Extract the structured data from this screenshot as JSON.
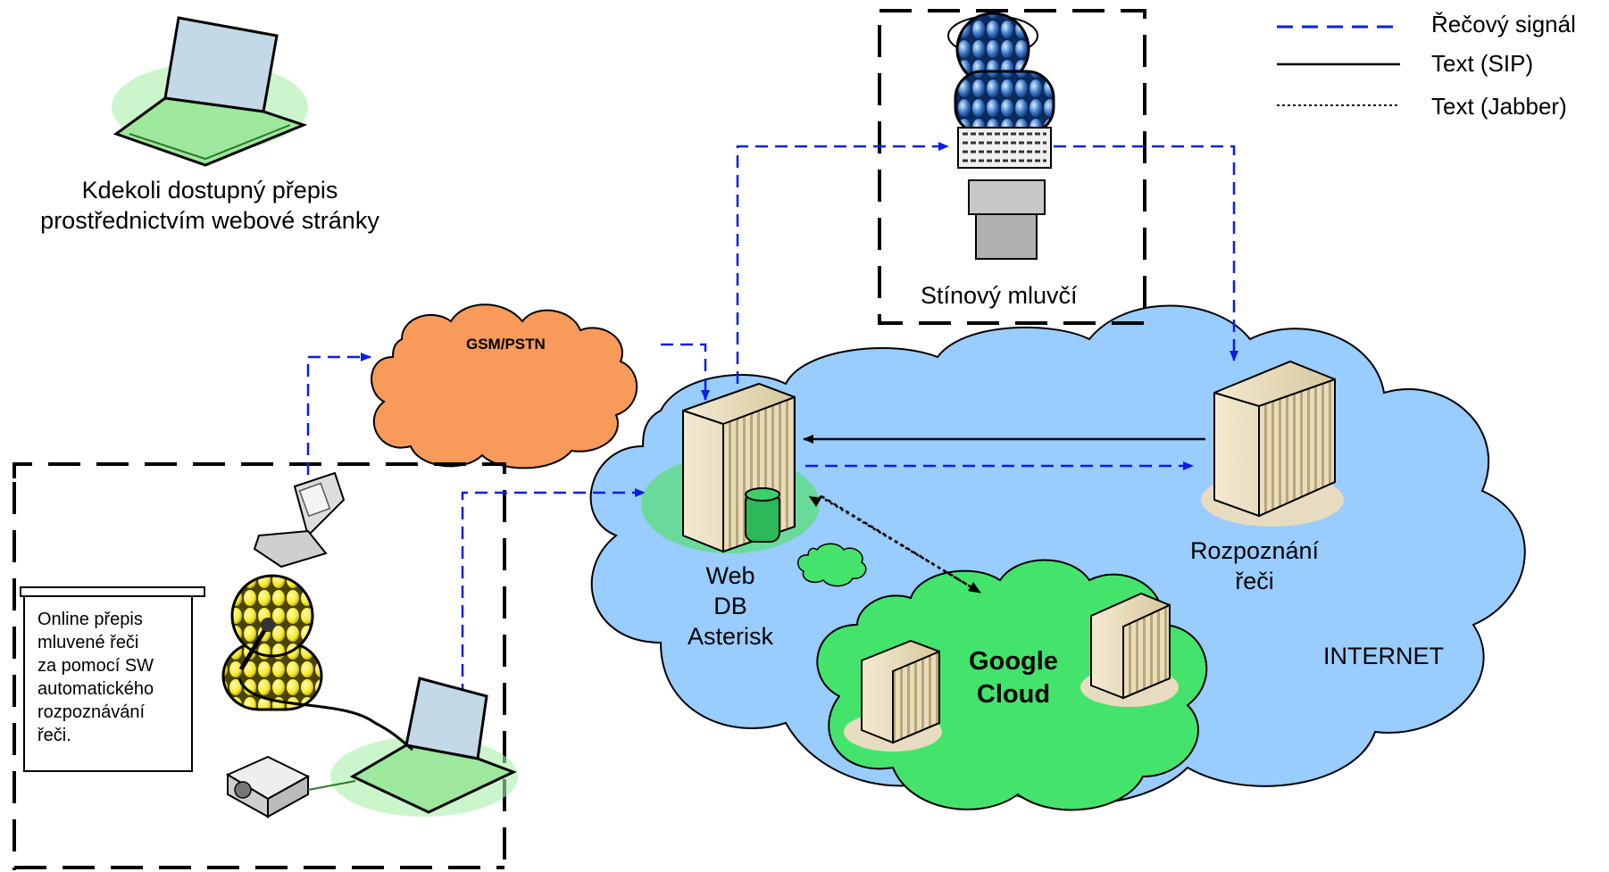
{
  "legend": {
    "items": [
      {
        "label": "Řečový signál",
        "style": "dashed",
        "color": "#0a1ee6"
      },
      {
        "label": "Text (SIP)",
        "style": "solid",
        "color": "#000000"
      },
      {
        "label": "Text (Jabber)",
        "style": "dotted",
        "color": "#000000"
      }
    ]
  },
  "nodes": {
    "web_transcript": "Kdekoli dostupný přepis\nprostřednictvím webové stránky",
    "gsm": "GSM/PSTN",
    "shadow_speaker": "Stínový mluvčí",
    "web_server": "Web\nDB\nAsterisk",
    "recognition": "Rozpoznání\nřeči",
    "google_cloud": "Google\nCloud",
    "internet": "INTERNET",
    "note": "Online přepis\nmluvené řeči\nza pomocí SW\nautomatického\nrozpoznávání\nřeči."
  },
  "colors": {
    "speech_signal": "#0a1ee6",
    "gsm_cloud": "#f79a5a",
    "internet_cloud": "#99ccff",
    "google_cloud": "#44e46c",
    "laptop": "#a8e8a8",
    "person": "#f5f03a"
  }
}
